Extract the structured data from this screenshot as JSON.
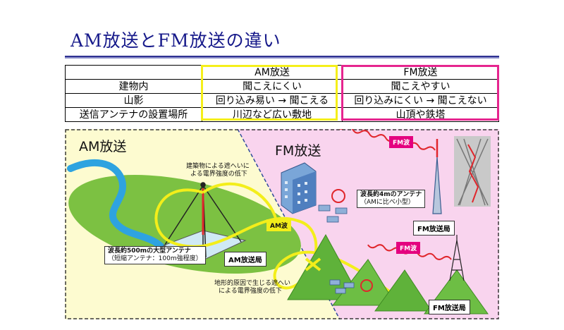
{
  "title": "AM放送とFM放送の違い",
  "table": {
    "headers": [
      "",
      "AM放送",
      "FM放送"
    ],
    "rows": [
      [
        "建物内",
        "聞こえにくい",
        "聞こえやすい"
      ],
      [
        "山影",
        "回り込み易い → 聞こえる",
        "回り込みにくい → 聞こえない"
      ],
      [
        "送信アンテナの設置場所",
        "川辺など広い敷地",
        "山頂や鉄塔"
      ]
    ]
  },
  "diagram": {
    "am_zone_title": "AM放送",
    "fm_zone_title": "FM放送",
    "building_note_line1": "建築物による遮へいに",
    "building_note_line2": "よる電界強度の低下",
    "am_antenna_line1": "波長約500mの大型アンテナ",
    "am_antenna_line2": "（短縮アンテナ：100m強程度）",
    "am_station": "AM放送局",
    "am_wave": "AM波",
    "fm_wave_top": "FM波",
    "fm_wave_bottom": "FM波",
    "fm_antenna_line1": "波長約4mのアンテナ",
    "fm_antenna_line2": "（AMに比べ小型）",
    "fm_station_top": "FM放送局",
    "fm_station_bottom": "FM放送局",
    "terrain_note_line1": "地形的原因で生じる遮へい",
    "terrain_note_line2": "による電界強度の低下"
  },
  "colors": {
    "title": "#16198a",
    "am_highlight": "#f5ef1a",
    "fm_highlight": "#e6258f",
    "am_zone_bg": "#fdfbd0",
    "fm_zone_bg": "#f9d4ee",
    "wave_red": "#e0262c",
    "field_green": "#7cc142",
    "river_blue": "#2ea3e0",
    "tag_magenta": "#e4007f"
  }
}
